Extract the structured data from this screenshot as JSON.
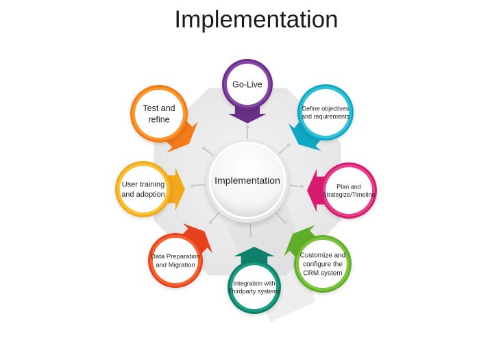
{
  "title": "Implementation",
  "hub": {
    "label": "Implementation"
  },
  "colors": {
    "octagon": "#ececec",
    "octagon_shadow": "#d9d9d9",
    "hub_ring": "#e2e2e2",
    "connector": "#bdbdbd",
    "text": "#1f1f1f"
  },
  "steps": [
    {
      "id": "go-live",
      "lines": [
        "Go-Live"
      ],
      "color": "#6a2f86",
      "light": "#9a57b8",
      "icon": "arrow-icon"
    },
    {
      "id": "define-objectives",
      "lines": [
        "Define objectives",
        "and requirements"
      ],
      "color": "#0fa8c4",
      "light": "#4fd3e6",
      "icon": "arrow-icon"
    },
    {
      "id": "plan-strategize",
      "lines": [
        "Plan and",
        "Strategize/Timeline"
      ],
      "color": "#d81b6f",
      "light": "#f05a9c",
      "icon": "arrow-icon"
    },
    {
      "id": "customize-crm",
      "lines": [
        "Customize and",
        "configure the",
        "CRM system"
      ],
      "color": "#5fae2a",
      "light": "#93d24b",
      "icon": "arrow-icon"
    },
    {
      "id": "integration",
      "lines": [
        "Integration with",
        "Thirdparty systems"
      ],
      "color": "#0f8069",
      "light": "#28b394",
      "icon": "arrow-icon"
    },
    {
      "id": "data-preparation",
      "lines": [
        "Data Preparation",
        "and Migration"
      ],
      "color": "#e8421c",
      "light": "#ff7a45",
      "icon": "arrow-icon"
    },
    {
      "id": "user-training",
      "lines": [
        "User training",
        "and adoption"
      ],
      "color": "#f2a81c",
      "light": "#ffd24a",
      "icon": "arrow-icon"
    },
    {
      "id": "test-refine",
      "lines": [
        "Test and",
        "refine"
      ],
      "color": "#f37a18",
      "light": "#ffaa3a",
      "icon": "arrow-icon"
    }
  ]
}
